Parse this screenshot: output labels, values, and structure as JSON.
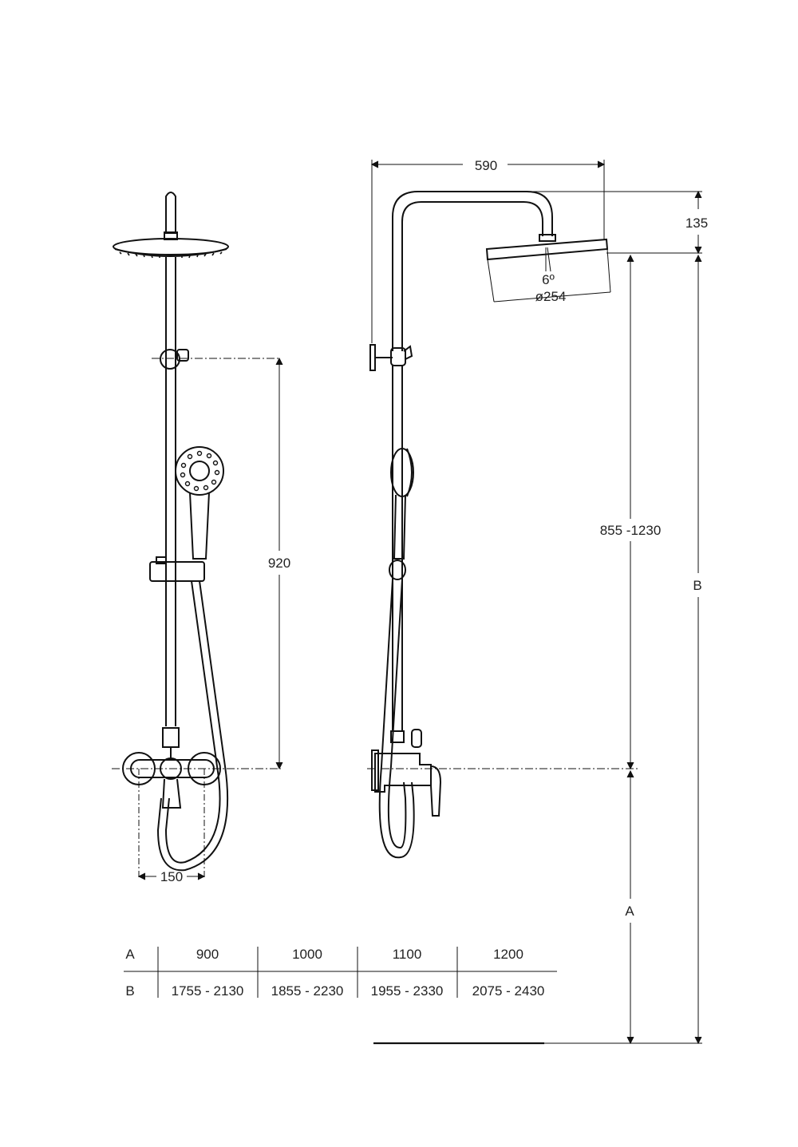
{
  "dimensions": {
    "width_total": "590",
    "head_drop": "135",
    "tilt_angle": "6º",
    "head_diameter": "ø254",
    "height_range": "855 -1230",
    "total_label": "B",
    "mixer_label": "A",
    "bar_spacing": "920",
    "mixer_spacing": "150"
  },
  "table": {
    "rows": [
      {
        "label": "A",
        "values": [
          "900",
          "1000",
          "1100",
          "1200"
        ]
      },
      {
        "label": "B",
        "values": [
          "1755 - 2130",
          "1855 - 2230",
          "1955 - 2330",
          "2075 - 2430"
        ]
      }
    ]
  }
}
